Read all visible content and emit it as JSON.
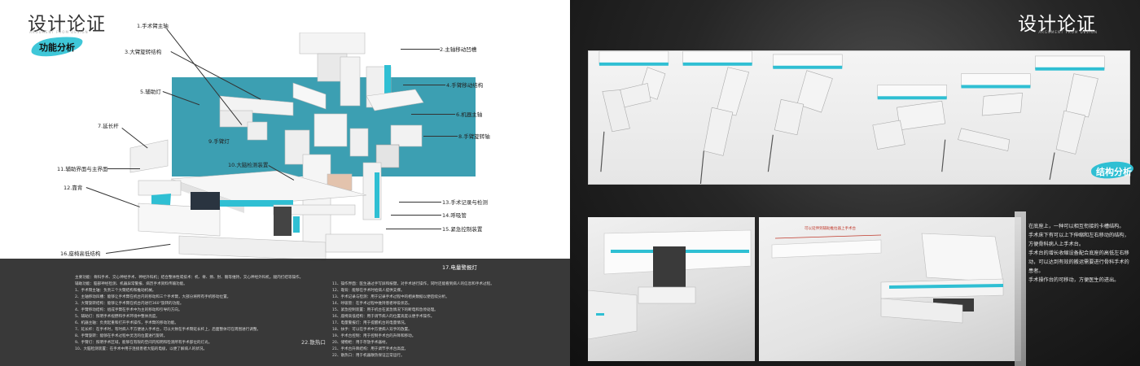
{
  "left": {
    "title": "设计论证",
    "subtitle": "ARGUMENT FROM DESIGN",
    "section": "功能分析",
    "callouts": [
      {
        "id": "c1",
        "text": "1.手术臂主轴"
      },
      {
        "id": "c2",
        "text": "2.主轴移动凹槽"
      },
      {
        "id": "c3",
        "text": "3.大臂旋转结构"
      },
      {
        "id": "c4",
        "text": "4.手臂移动结构"
      },
      {
        "id": "c5",
        "text": "5.辅助灯"
      },
      {
        "id": "c6",
        "text": "6.机器主轴"
      },
      {
        "id": "c7",
        "text": "7.延长杆"
      },
      {
        "id": "c8",
        "text": "8.手臂旋转轴"
      },
      {
        "id": "c9",
        "text": "9.手臂灯"
      },
      {
        "id": "c10",
        "text": "10.大脑检测装置"
      },
      {
        "id": "c11",
        "text": "11.辅助界面与主界面"
      },
      {
        "id": "c12",
        "text": "12.靠背"
      },
      {
        "id": "c13",
        "text": "13.手术记录与检测"
      },
      {
        "id": "c14",
        "text": "14.呼吸管"
      },
      {
        "id": "c15",
        "text": "15.紧急控制装置"
      },
      {
        "id": "c16",
        "text": "16.座椅高低结构"
      },
      {
        "id": "c17",
        "text": "17.电量警报灯"
      },
      {
        "id": "c22",
        "text": "22.散热口"
      }
    ],
    "description_left": [
      "主要功能：骨科手术、交心神经手术、神经外科机；结合整体性或技术：机、脊、颈、肘、髋等维持，交心神经外科机，腿内打结等操作。",
      "辅助功能：脑部神经检测、机器异常警报、病历手术资料传输功能。",
      "1、手术臂主轴：负责三个大臂结构和推动机械。",
      "2、主轴移动凹槽：能够让手术臂在机台内的移动和三个手术臂，大部分将所有手机移动位置。",
      "3、大臂旋转结构：能够让手术臂在机台内进行360°旋转的功能。",
      "4、手臂移动结构：组成手臂在手术中为主的移动和引导的方向。",
      "5、辅助灯：照明手术视野和手术环境中整体亮度。",
      "6、机器主轴：负责起重和打开手术操作，手术臂的移动功能。",
      "7、延长杆：在手术时，有时病人不方便进入手术台，可以大致在手术臂延长杆上，后面整体可在周围进行调整。",
      "8、手臂旋转：能够在手术过程中灵活的位置进行旋转。",
      "9、手臂灯：照明手术区域，能够在有限的空间内照明和检测所有手术部位的灯光。",
      "10、大脑检测装置：在手术中用于连接患者大脑的电极，以便了解病人的状况。"
    ],
    "description_right": [
      "11、操作界面：医生通过手写屏和按键，对手术进行操作，同时还能看到病人的信息和手术过程。",
      "12、靠背：能够在手术时给病人提供支撑。",
      "13、手术记录与检测：用于记录手术过程中的相关数据以便后续分析。",
      "14、呼吸管：在手术过程中维持患者呼吸状态。",
      "15、紧急控制装置：用于机台在紧急情况下的断电和急停处理。",
      "16、座椅高低结构：用于调节病人的位置高度以便手术操作。",
      "17、电量警报灯：用于提醒机台的电量情况。",
      "18、扶手：可以在手术中方便病人双手的放置。",
      "19、手术台控制：用于控制手术台的升降和移动。",
      "20、储物柜：用于存放手术器材。",
      "21、手术台升降结构：用于调节手术台高度。",
      "22、散热口：用于机器散热保证正常运行。"
    ]
  },
  "right": {
    "title": "设计论证",
    "subtitle": "ARGUMENT FROM DESIGN",
    "section": "结构分析",
    "dimension_label": "可以延伸到辅助推拉器上手术台",
    "text": [
      "在底座上，一种可以相互衔接的卡槽结构。",
      "手术床下有可以上下伸缩和左右移动的结构，方便骨科病人上手术台。",
      "手术台的增长收缩设备配合底座的高低左右移动，可以达到有效的搬运需要进行骨科手术的患者。",
      "手术操作台的可移动，方便医生的进出。"
    ]
  },
  "colors": {
    "accent": "#2fbfd3",
    "teal_band": "#2b97ab"
  }
}
